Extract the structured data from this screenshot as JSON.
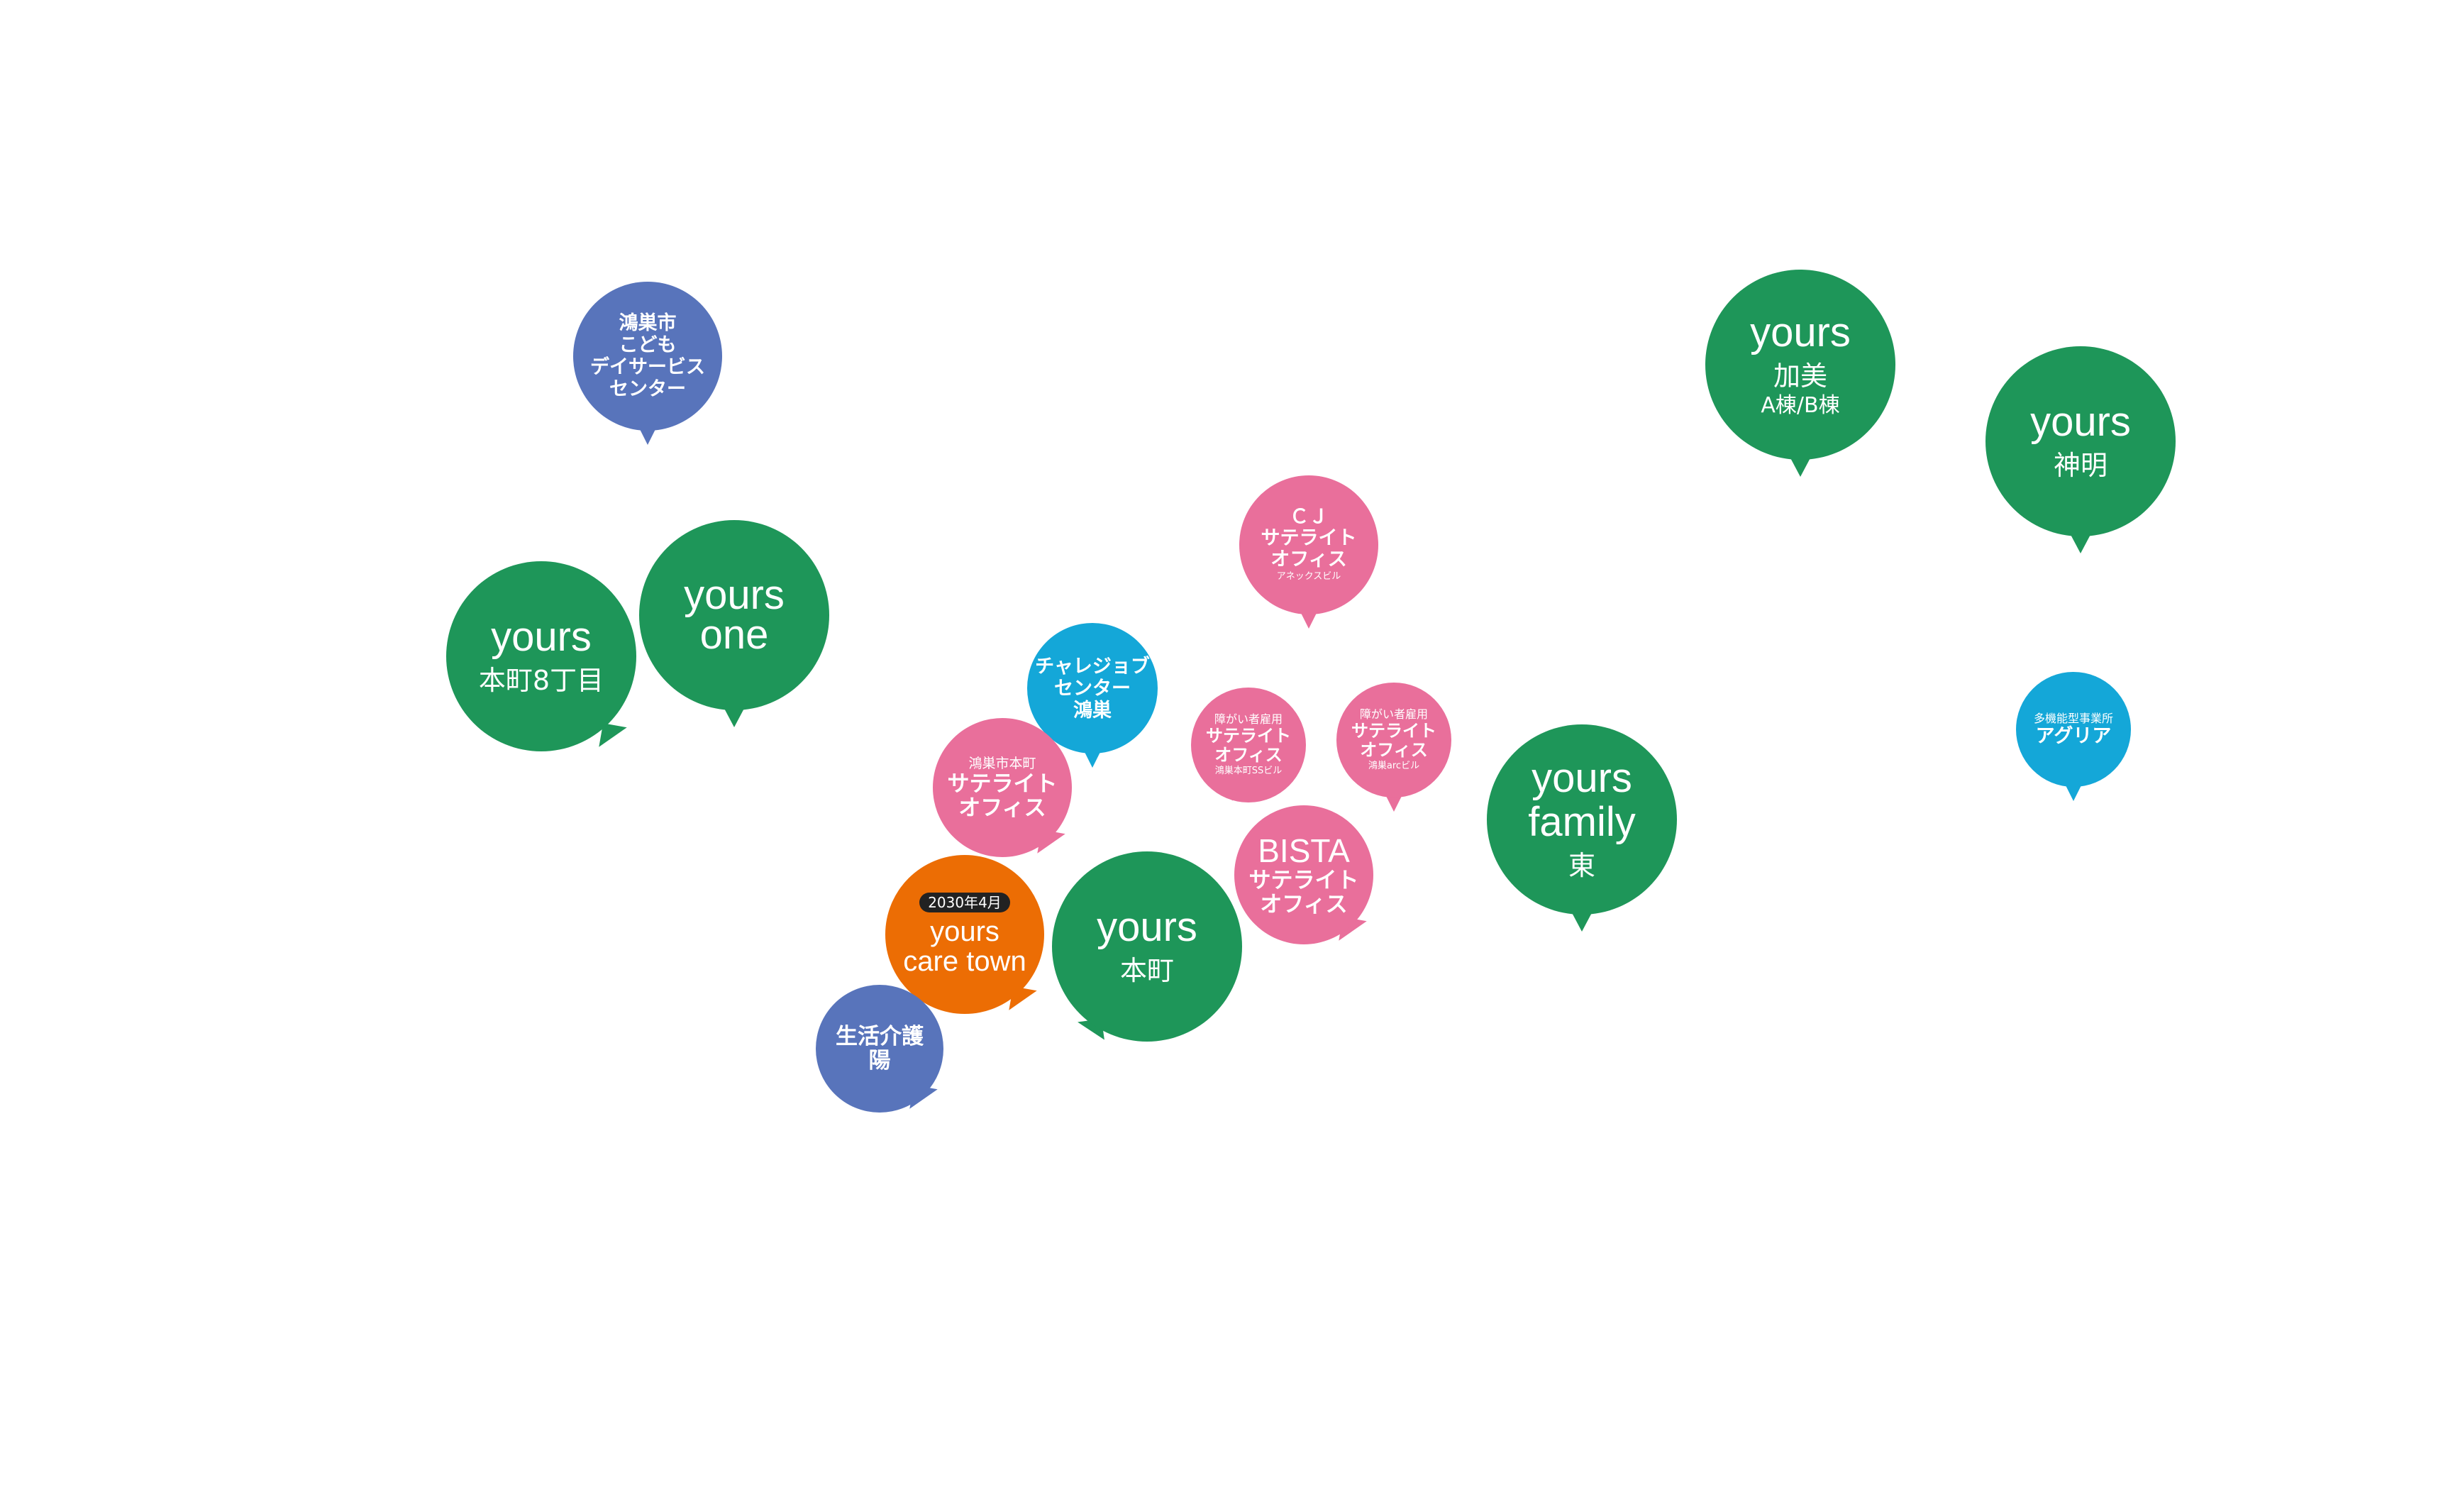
{
  "map": {
    "markers": [
      {
        "id": "kodomo",
        "color": "blue",
        "lines": [
          "鴻巣市",
          "こども",
          "デイサービス",
          "センター"
        ]
      },
      {
        "id": "kami",
        "color": "green",
        "lines": [
          "yours",
          "加美",
          "A棟/B棟"
        ]
      },
      {
        "id": "shinmei",
        "color": "green",
        "lines": [
          "yours",
          "神明"
        ]
      },
      {
        "id": "cj",
        "color": "pink",
        "lines": [
          "ＣＪ",
          "サテライト",
          "オフィス",
          "アネックスビル"
        ]
      },
      {
        "id": "honcho8",
        "color": "green",
        "lines": [
          "yours",
          "本町8丁目"
        ]
      },
      {
        "id": "one",
        "color": "green",
        "lines": [
          "yours",
          "one"
        ]
      },
      {
        "id": "challenge",
        "color": "cyan",
        "lines": [
          "チャレジョブ",
          "センター",
          "鴻巣"
        ]
      },
      {
        "id": "shogai1",
        "color": "pink",
        "lines": [
          "障がい者雇用",
          "サテライト",
          "オフィス",
          "鴻巣本町SSビル"
        ]
      },
      {
        "id": "shogai2",
        "color": "pink",
        "lines": [
          "障がい者雇用",
          "サテライト",
          "オフィス",
          "鴻巣arcビル"
        ]
      },
      {
        "id": "agria",
        "color": "cyan",
        "lines": [
          "多機能型事業所",
          "アグリア"
        ]
      },
      {
        "id": "honcho-sat",
        "color": "pink",
        "lines": [
          "鴻巣市本町",
          "サテライト",
          "オフィス"
        ]
      },
      {
        "id": "family",
        "color": "green",
        "lines": [
          "yours",
          "family",
          "東"
        ]
      },
      {
        "id": "bista",
        "color": "pink",
        "lines": [
          "BISTA",
          "サテライト",
          "オフィス"
        ]
      },
      {
        "id": "caretown",
        "color": "orange",
        "badge": "2030年4月",
        "lines": [
          "yours",
          "care town"
        ]
      },
      {
        "id": "honcho",
        "color": "green",
        "lines": [
          "yours",
          "本町"
        ]
      },
      {
        "id": "hinata",
        "color": "blue",
        "lines": [
          "生活介護",
          "陽"
        ]
      }
    ]
  }
}
